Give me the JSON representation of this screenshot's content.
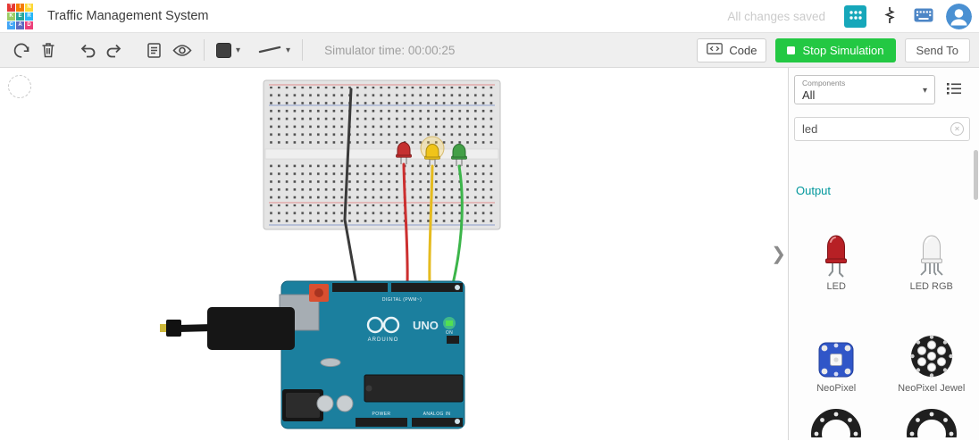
{
  "colors": {
    "accent": "#00979c",
    "active_view": "#16a7ba",
    "sim_green": "#23c843",
    "board_teal": "#1b7f9e",
    "avatar_blue": "#4a90d2",
    "wire_black": "#3a3a3a",
    "wire_red": "#cc2f2f",
    "wire_yellow": "#e5bb1f",
    "wire_green": "#3cb54a",
    "led_red": "#c53030",
    "led_yellow": "#f0c419",
    "led_green": "#43a047"
  },
  "icons": {
    "caret": "▾",
    "clear": "✕",
    "chevron": "❯"
  },
  "header": {
    "logo_letters": [
      "T",
      "I",
      "N",
      "K",
      "E",
      "R",
      "C",
      "A",
      "D"
    ],
    "title": "Traffic Management System",
    "save_status": "All changes saved"
  },
  "toolbar": {
    "simulator_time": "Simulator time: 00:00:25",
    "code_label": "Code",
    "stop_label": "Stop Simulation",
    "send_to_label": "Send To"
  },
  "canvas": {
    "arduino": {
      "digital_label": "DIGITAL (PWM~)",
      "power_label": "POWER",
      "analog_label": "ANALOG IN",
      "uno_label": "UNO",
      "brand_label": "ARDUINO",
      "on_label": "ON"
    }
  },
  "panel": {
    "components_label": "Components",
    "components_value": "All",
    "search_value": "led",
    "section_output": "Output",
    "items": [
      {
        "label": "LED"
      },
      {
        "label": "LED RGB"
      },
      {
        "label": "NeoPixel"
      },
      {
        "label": "NeoPixel Jewel"
      }
    ]
  }
}
